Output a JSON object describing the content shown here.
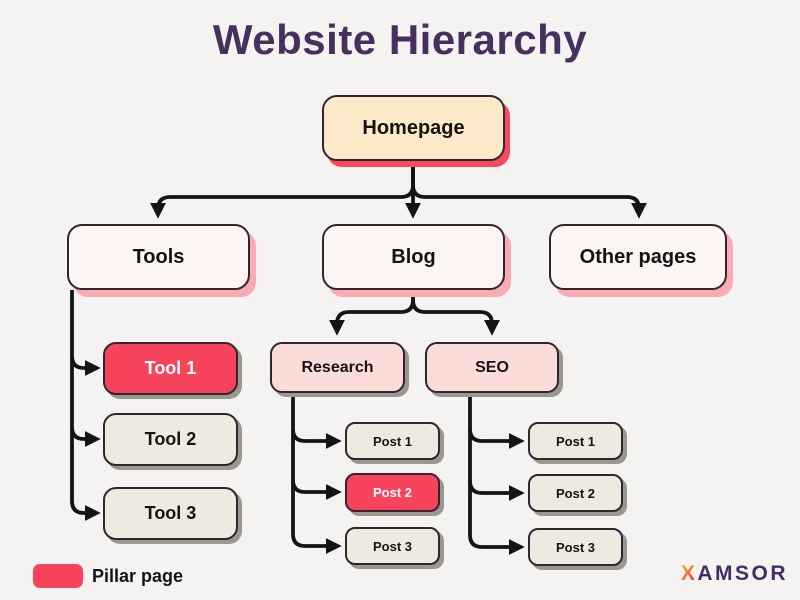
{
  "title": "Website Hierarchy",
  "nodes": {
    "homepage": {
      "label": "Homepage",
      "type": "homepage"
    },
    "tools": {
      "label": "Tools",
      "type": "section"
    },
    "blog": {
      "label": "Blog",
      "type": "section"
    },
    "other_pages": {
      "label": "Other pages",
      "type": "section"
    },
    "tool1": {
      "label": "Tool 1",
      "type": "pillar"
    },
    "tool2": {
      "label": "Tool 2",
      "type": "page"
    },
    "tool3": {
      "label": "Tool 3",
      "type": "page"
    },
    "research": {
      "label": "Research",
      "type": "category"
    },
    "seo": {
      "label": "SEO",
      "type": "category"
    },
    "research_post1": {
      "label": "Post 1",
      "type": "page"
    },
    "research_post2": {
      "label": "Post 2",
      "type": "pillar"
    },
    "research_post3": {
      "label": "Post 3",
      "type": "page"
    },
    "seo_post1": {
      "label": "Post 1",
      "type": "page"
    },
    "seo_post2": {
      "label": "Post 2",
      "type": "page"
    },
    "seo_post3": {
      "label": "Post 3",
      "type": "page"
    }
  },
  "legend": {
    "label": "Pillar page",
    "swatch_color": "#f8435c"
  },
  "logo": {
    "x": "X",
    "rest": "AMSOR"
  },
  "colors": {
    "background": "#f4f3f1",
    "title_purple": "#472f5e",
    "pillar_red": "#f8435c",
    "homepage_fill": "#fce9c9",
    "homepage_shadow": "#f8495f",
    "level2_fill": "#fdf4f4",
    "level2_shadow": "#f9aab3",
    "beige_fill": "#edebdf",
    "pink_fill": "#fbdcd8",
    "grey_shadow": "#9b978e",
    "box_border": "#31252f",
    "connector": "#141414",
    "logo_purple": "#472b63",
    "logo_orange": "#f2582c"
  }
}
